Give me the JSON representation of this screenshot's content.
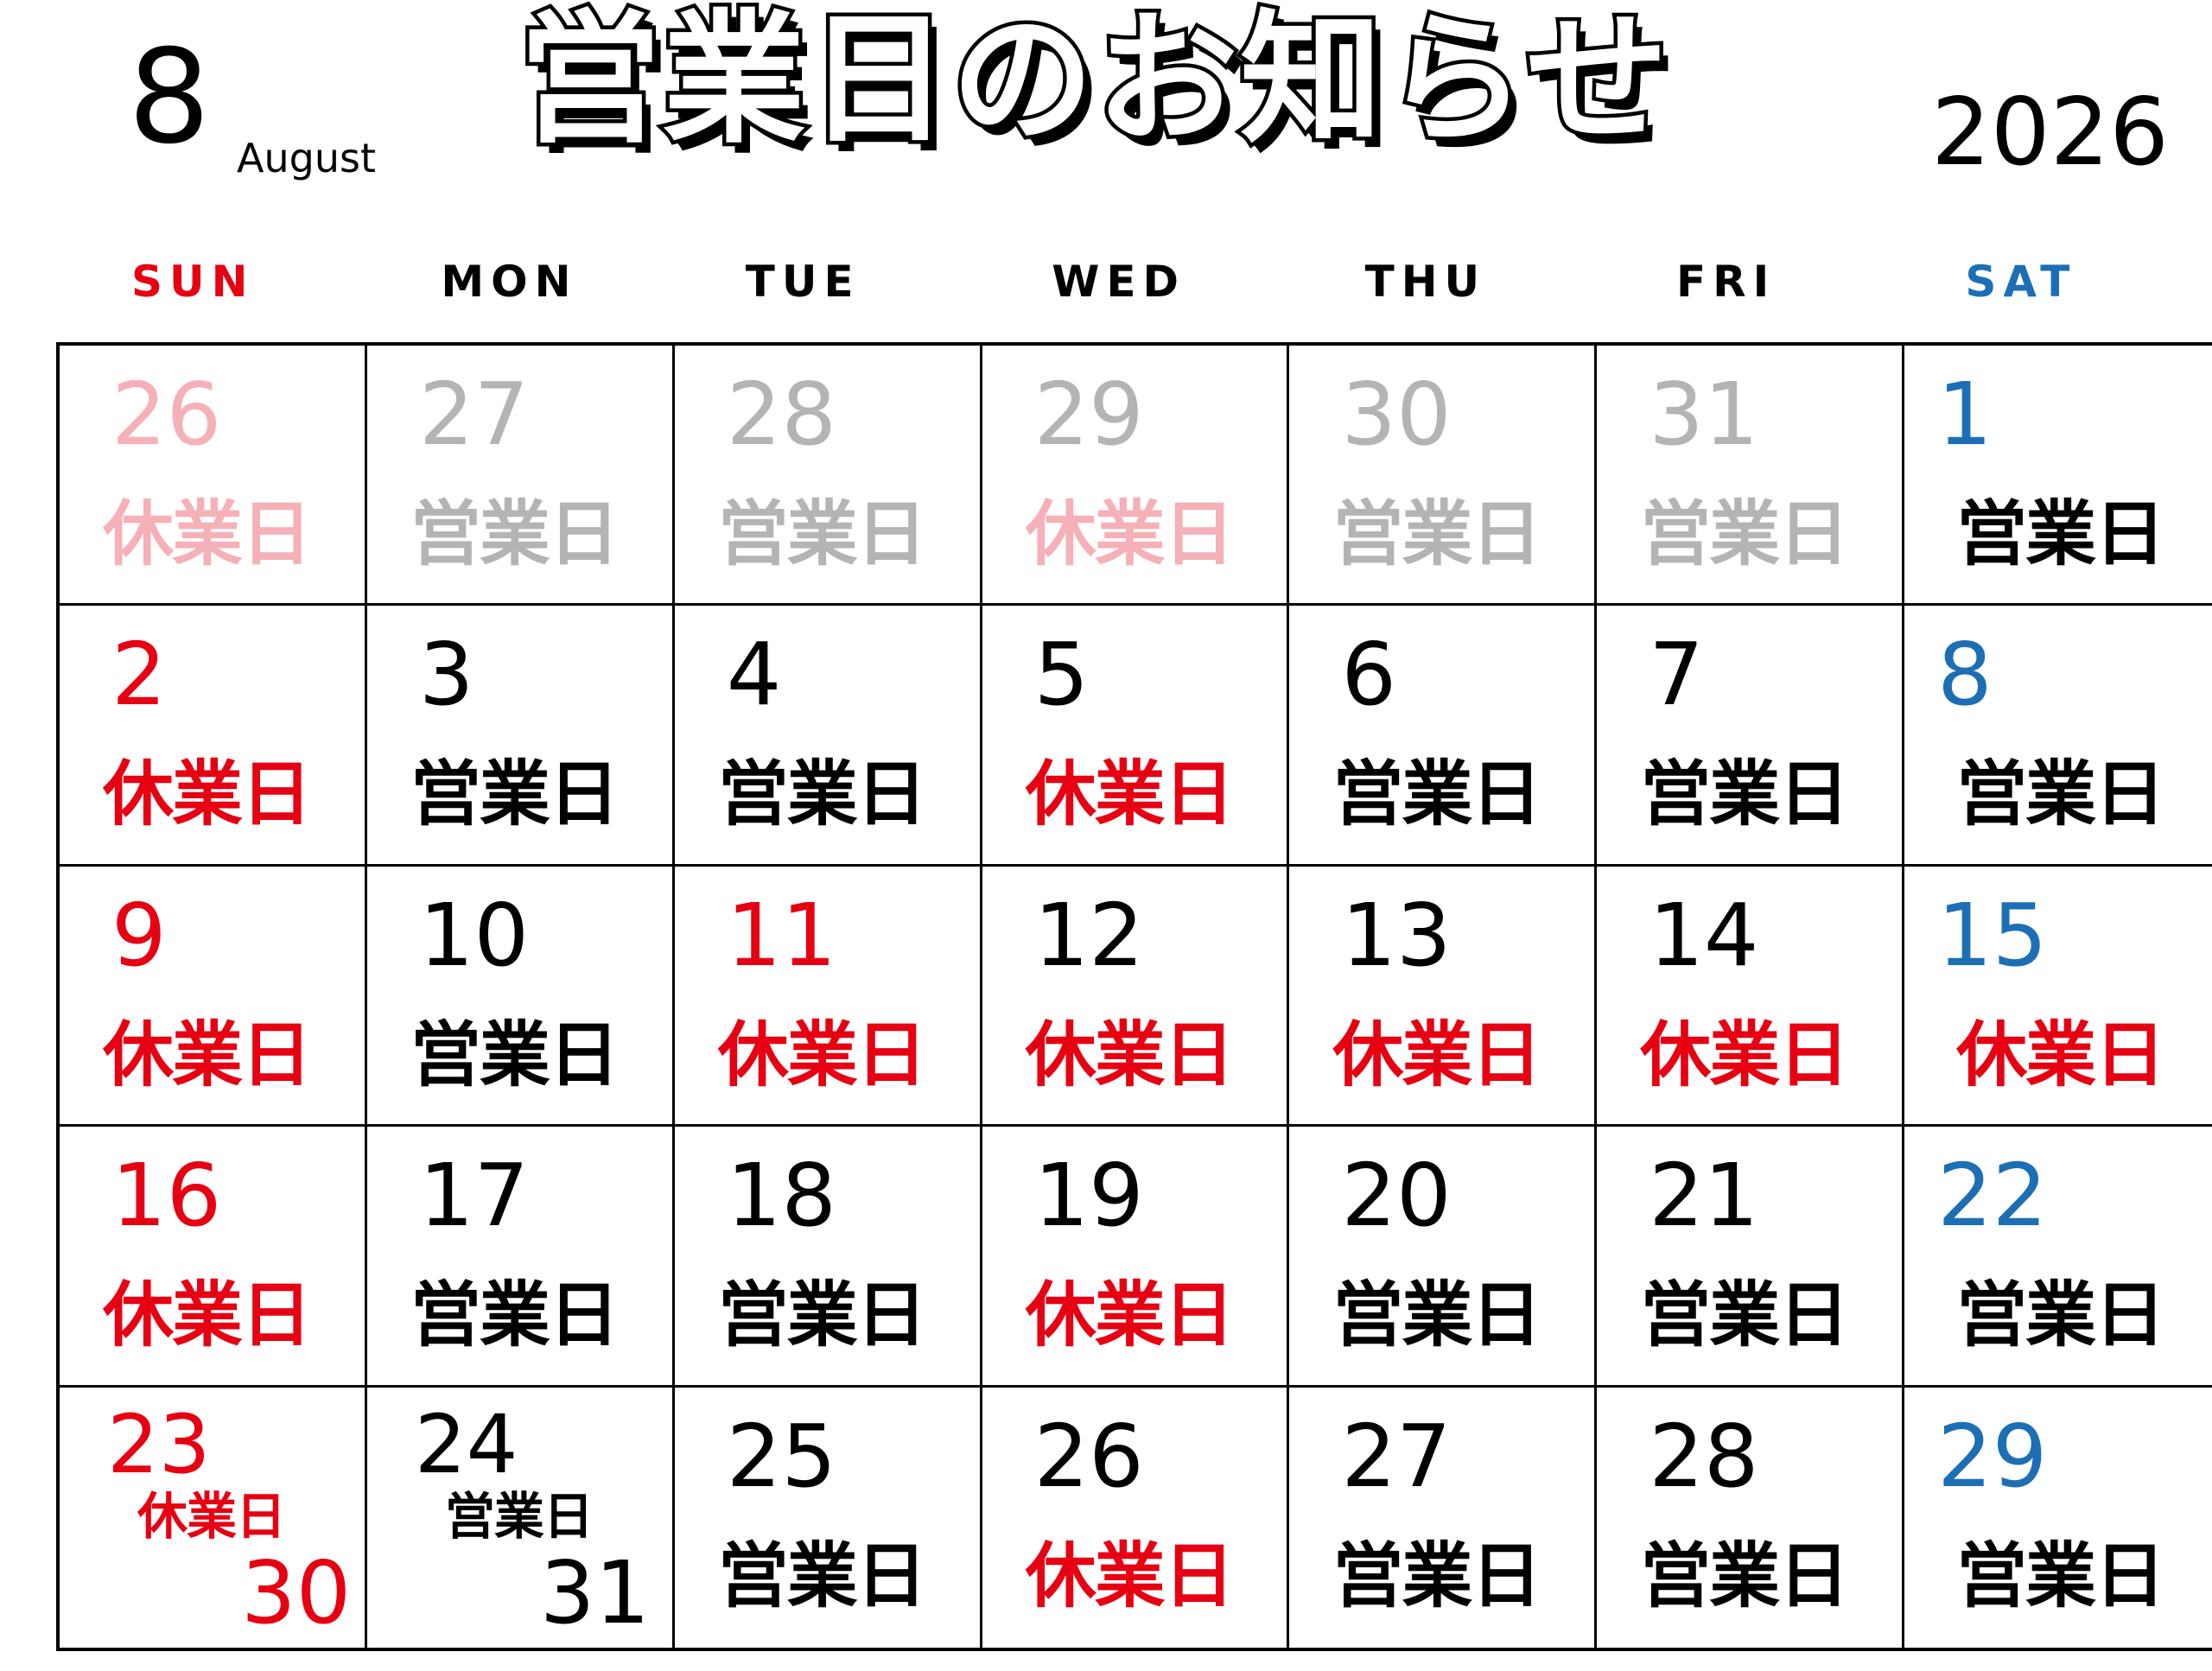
{
  "header": {
    "month_number": "8",
    "month_name": "August",
    "title": "営業日のお知らせ",
    "year": "2026"
  },
  "weekdays": [
    {
      "label": "SUN",
      "color": "#e60012"
    },
    {
      "label": "MON",
      "color": "#000000"
    },
    {
      "label": "TUE",
      "color": "#000000"
    },
    {
      "label": "WED",
      "color": "#000000"
    },
    {
      "label": "THU",
      "color": "#000000"
    },
    {
      "label": "FRI",
      "color": "#000000"
    },
    {
      "label": "SAT",
      "color": "#1c6fb5"
    }
  ],
  "labels": {
    "open": "営業日",
    "closed": "休業日"
  },
  "colors": {
    "red": "#e60012",
    "blue": "#1c6fb5",
    "black": "#000000",
    "grey": "#b4b4b4",
    "pink": "#f5b1b7"
  },
  "calendar": [
    {
      "day": "26",
      "day_color": "#f5b1b7",
      "status": "休業日",
      "status_color": "#f5b1b7"
    },
    {
      "day": "27",
      "day_color": "#b4b4b4",
      "status": "営業日",
      "status_color": "#b4b4b4"
    },
    {
      "day": "28",
      "day_color": "#b4b4b4",
      "status": "営業日",
      "status_color": "#b4b4b4"
    },
    {
      "day": "29",
      "day_color": "#b4b4b4",
      "status": "休業日",
      "status_color": "#f5b1b7"
    },
    {
      "day": "30",
      "day_color": "#b4b4b4",
      "status": "営業日",
      "status_color": "#b4b4b4"
    },
    {
      "day": "31",
      "day_color": "#b4b4b4",
      "status": "営業日",
      "status_color": "#b4b4b4"
    },
    {
      "day": "1",
      "day_color": "#1c6fb5",
      "status": "営業日",
      "status_color": "#000000"
    },
    {
      "day": "2",
      "day_color": "#e60012",
      "status": "休業日",
      "status_color": "#e60012"
    },
    {
      "day": "3",
      "day_color": "#000000",
      "status": "営業日",
      "status_color": "#000000"
    },
    {
      "day": "4",
      "day_color": "#000000",
      "status": "営業日",
      "status_color": "#000000"
    },
    {
      "day": "5",
      "day_color": "#000000",
      "status": "休業日",
      "status_color": "#e60012"
    },
    {
      "day": "6",
      "day_color": "#000000",
      "status": "営業日",
      "status_color": "#000000"
    },
    {
      "day": "7",
      "day_color": "#000000",
      "status": "営業日",
      "status_color": "#000000"
    },
    {
      "day": "8",
      "day_color": "#1c6fb5",
      "status": "営業日",
      "status_color": "#000000"
    },
    {
      "day": "9",
      "day_color": "#e60012",
      "status": "休業日",
      "status_color": "#e60012"
    },
    {
      "day": "10",
      "day_color": "#000000",
      "status": "営業日",
      "status_color": "#000000"
    },
    {
      "day": "11",
      "day_color": "#e60012",
      "status": "休業日",
      "status_color": "#e60012"
    },
    {
      "day": "12",
      "day_color": "#000000",
      "status": "休業日",
      "status_color": "#e60012"
    },
    {
      "day": "13",
      "day_color": "#000000",
      "status": "休業日",
      "status_color": "#e60012"
    },
    {
      "day": "14",
      "day_color": "#000000",
      "status": "休業日",
      "status_color": "#e60012"
    },
    {
      "day": "15",
      "day_color": "#1c6fb5",
      "status": "休業日",
      "status_color": "#e60012"
    },
    {
      "day": "16",
      "day_color": "#e60012",
      "status": "休業日",
      "status_color": "#e60012"
    },
    {
      "day": "17",
      "day_color": "#000000",
      "status": "営業日",
      "status_color": "#000000"
    },
    {
      "day": "18",
      "day_color": "#000000",
      "status": "営業日",
      "status_color": "#000000"
    },
    {
      "day": "19",
      "day_color": "#000000",
      "status": "休業日",
      "status_color": "#e60012"
    },
    {
      "day": "20",
      "day_color": "#000000",
      "status": "営業日",
      "status_color": "#000000"
    },
    {
      "day": "21",
      "day_color": "#000000",
      "status": "営業日",
      "status_color": "#000000"
    },
    {
      "day": "22",
      "day_color": "#1c6fb5",
      "status": "営業日",
      "status_color": "#000000"
    },
    {
      "day": "23",
      "day_color": "#e60012",
      "status": "休業日",
      "status_color": "#e60012",
      "extra_day": "30"
    },
    {
      "day": "24",
      "day_color": "#000000",
      "status": "営業日",
      "status_color": "#000000",
      "extra_day": "31"
    },
    {
      "day": "25",
      "day_color": "#000000",
      "status": "営業日",
      "status_color": "#000000"
    },
    {
      "day": "26",
      "day_color": "#000000",
      "status": "休業日",
      "status_color": "#e60012"
    },
    {
      "day": "27",
      "day_color": "#000000",
      "status": "営業日",
      "status_color": "#000000"
    },
    {
      "day": "28",
      "day_color": "#000000",
      "status": "営業日",
      "status_color": "#000000"
    },
    {
      "day": "29",
      "day_color": "#1c6fb5",
      "status": "営業日",
      "status_color": "#000000"
    }
  ]
}
